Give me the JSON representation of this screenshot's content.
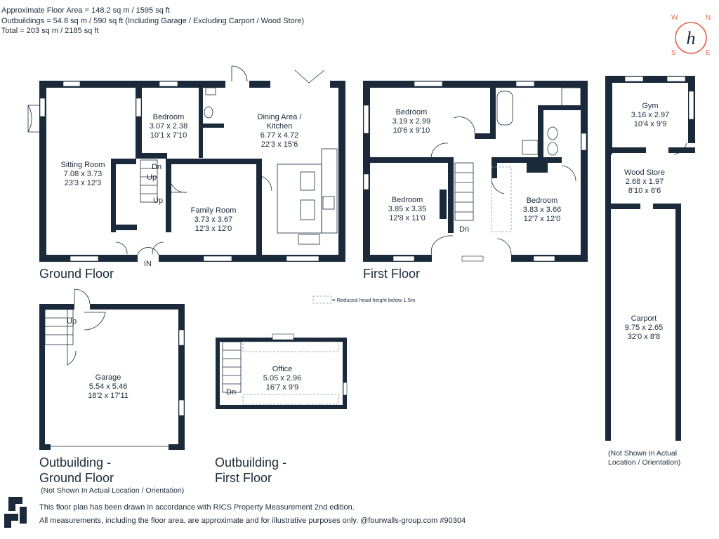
{
  "header": {
    "line1": "Approximate Floor Area = 148.2 sq m / 1595 sq ft",
    "line2": "Outbuildings = 54.8 sq m / 590 sq ft (Including Garage / Excluding Carport / Wood Store)",
    "line3": "Total = 203 sq m / 2185 sq ft"
  },
  "compass": {
    "n": "N",
    "e": "E",
    "s": "S",
    "w": "W",
    "logo": "h",
    "color": "#e8614a"
  },
  "rooms": {
    "sitting": {
      "name": "Sitting Room",
      "metric": "7.08 x 3.73",
      "imperial": "23'3 x 12'3"
    },
    "bed_ground": {
      "name": "Bedroom",
      "metric": "3.07 x 2.38",
      "imperial": "10'1 x 7'10"
    },
    "dining": {
      "name": "Dining Area /",
      "name2": "Kitchen",
      "metric": "6.77 x 4.72",
      "imperial": "22'3 x 15'6"
    },
    "family": {
      "name": "Family Room",
      "metric": "3.73 x 3.67",
      "imperial": "12'3 x 12'0"
    },
    "bed1": {
      "name": "Bedroom",
      "metric": "3.19 x 2.99",
      "imperial": "10'6 x 9'10"
    },
    "bed2": {
      "name": "Bedroom",
      "metric": "3.85 x 3.35",
      "imperial": "12'8 x 11'0"
    },
    "bed3": {
      "name": "Bedroom",
      "metric": "3.83 x 3.66",
      "imperial": "12'7 x 12'0"
    },
    "gym": {
      "name": "Gym",
      "metric": "3.16 x 2.97",
      "imperial": "10'4 x 9'9"
    },
    "woodstore": {
      "name": "Wood Store",
      "metric": "2.68 x 1.97",
      "imperial": "8'10 x 6'6"
    },
    "carport": {
      "name": "Carport",
      "metric": "9.75 x 2.65",
      "imperial": "32'0 x 8'8"
    },
    "garage": {
      "name": "Garage",
      "metric": "5.54 x 5.46",
      "imperial": "18'2 x 17'11"
    },
    "office": {
      "name": "Office",
      "metric": "5.05 x 2.96",
      "imperial": "16'7 x 9'9"
    }
  },
  "marks": {
    "dn": "Dn",
    "up": "Up",
    "in": "IN"
  },
  "floors": {
    "ground": "Ground Floor",
    "first": "First Floor",
    "out_ground_1": "Outbuilding -",
    "out_ground_2": "Ground Floor",
    "out_ground_note": "(Not Shown In Actual Location / Orientation)",
    "out_first_1": "Outbuilding -",
    "out_first_2": "First Floor",
    "carport_note_1": "(Not Shown In Actual",
    "carport_note_2": "Location / Orientation)"
  },
  "legend": {
    "text": "= Reduced head height below 1.5m"
  },
  "footer": {
    "line1": "This floor plan has been drawn in accordance with RICS Property Measurement 2nd edition.",
    "line2": "All measurements, including the floor area, are approximate and for illustrative purposes only. @fourwalls-group.com #90304"
  }
}
